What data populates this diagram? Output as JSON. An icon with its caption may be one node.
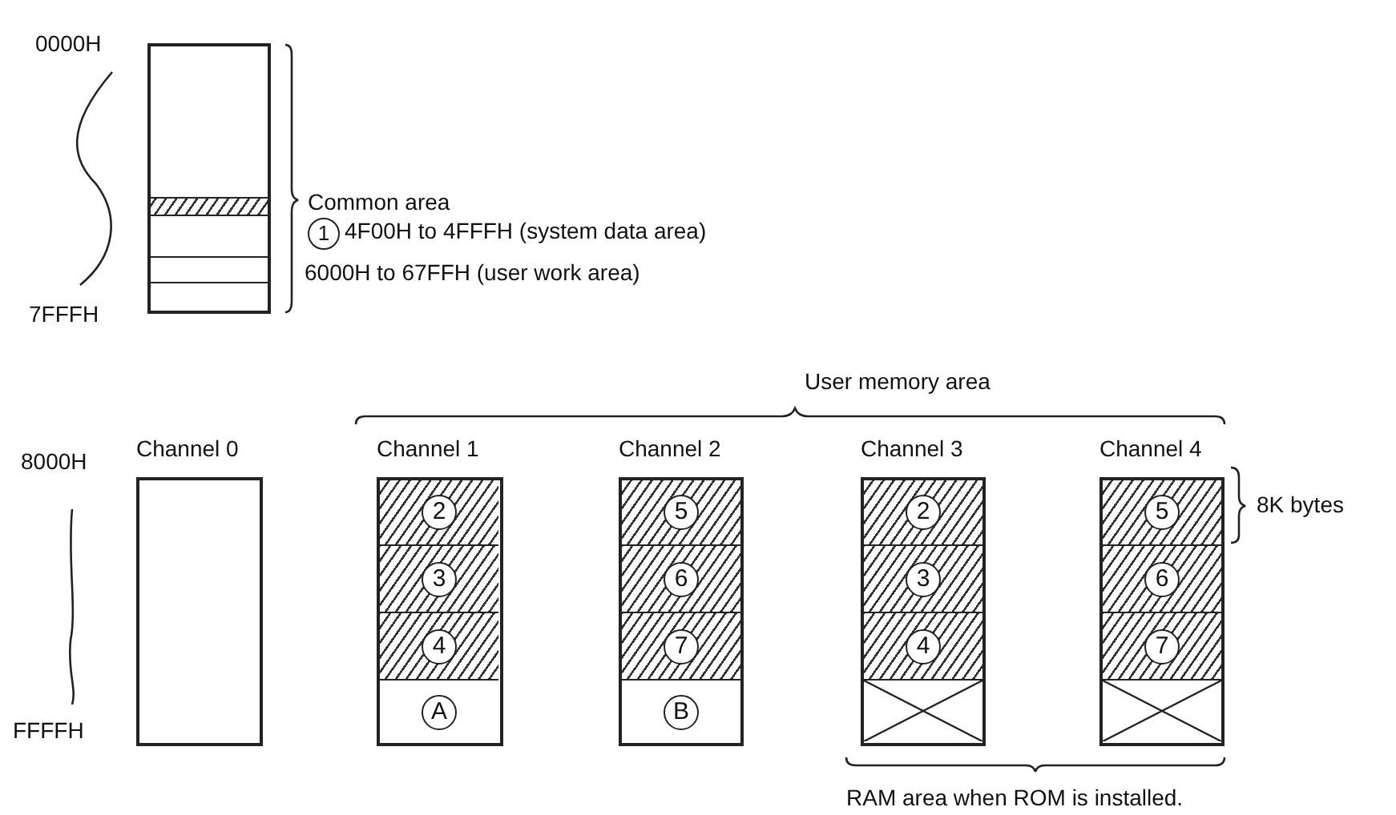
{
  "diagram": {
    "nodes": [
      {
        "text": [],
        "shape": "box"
      },
      {
        "text": [],
        "shape": "bar",
        "in": 0
      },
      {
        "text": [],
        "shape": "box",
        "in": 0
      },
      {
        "text": [],
        "shape": "box",
        "in": 0
      },
      {
        "text": [
          "Channel 0"
        ]
      },
      {
        "text": [
          "Channel 1"
        ]
      },
      {
        "text": [
          "2"
        ],
        "in": 5
      },
      {
        "text": [
          "3"
        ],
        "in": 5
      },
      {
        "text": [
          "4"
        ],
        "in": 5
      },
      {
        "text": [
          "A"
        ],
        "in": 5
      },
      {
        "text": [
          "Channel 2"
        ]
      },
      {
        "text": [
          "5"
        ],
        "in": 10
      },
      {
        "text": [
          "6"
        ],
        "in": 10
      },
      {
        "text": [
          "7"
        ],
        "in": 10
      },
      {
        "text": [
          "B"
        ],
        "in": 10
      },
      {
        "text": [
          "Channel 3"
        ]
      },
      {
        "text": [
          "2"
        ],
        "in": 15
      },
      {
        "text": [
          "3"
        ],
        "in": 15
      },
      {
        "text": [
          "4"
        ],
        "in": 15
      },
      {
        "text": [],
        "shape": "box",
        "in": 15
      },
      {
        "text": [
          "Channel 4"
        ]
      },
      {
        "text": [
          "5"
        ],
        "in": 20
      },
      {
        "text": [
          "6"
        ],
        "in": 20
      },
      {
        "text": [
          "7"
        ],
        "in": 20
      },
      {
        "text": [],
        "shape": "box",
        "in": 20
      }
    ],
    "labels": [
      "0000H",
      "Common area",
      "1",
      "4F00H to 4FFFH (system data area)",
      "6000H to 67FFH (user work area)",
      "7FFFH",
      "User memory area",
      "8000H",
      "8K bytes",
      "FFFFH",
      "RAM area when ROM is installed."
    ]
  }
}
